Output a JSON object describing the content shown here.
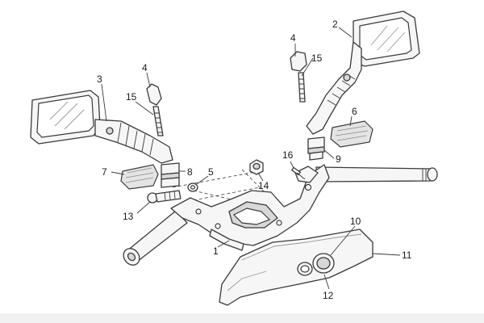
{
  "diagram": {
    "callouts": {
      "c1": "1",
      "c2": "2",
      "c3": "3",
      "c4a": "4",
      "c4b": "4",
      "c5": "5",
      "c6": "6",
      "c7": "7",
      "c8": "8",
      "c9": "9",
      "c10": "10",
      "c11": "11",
      "c12": "12",
      "c13": "13",
      "c14": "14",
      "c15a": "15",
      "c15b": "15",
      "c16": "16"
    }
  }
}
